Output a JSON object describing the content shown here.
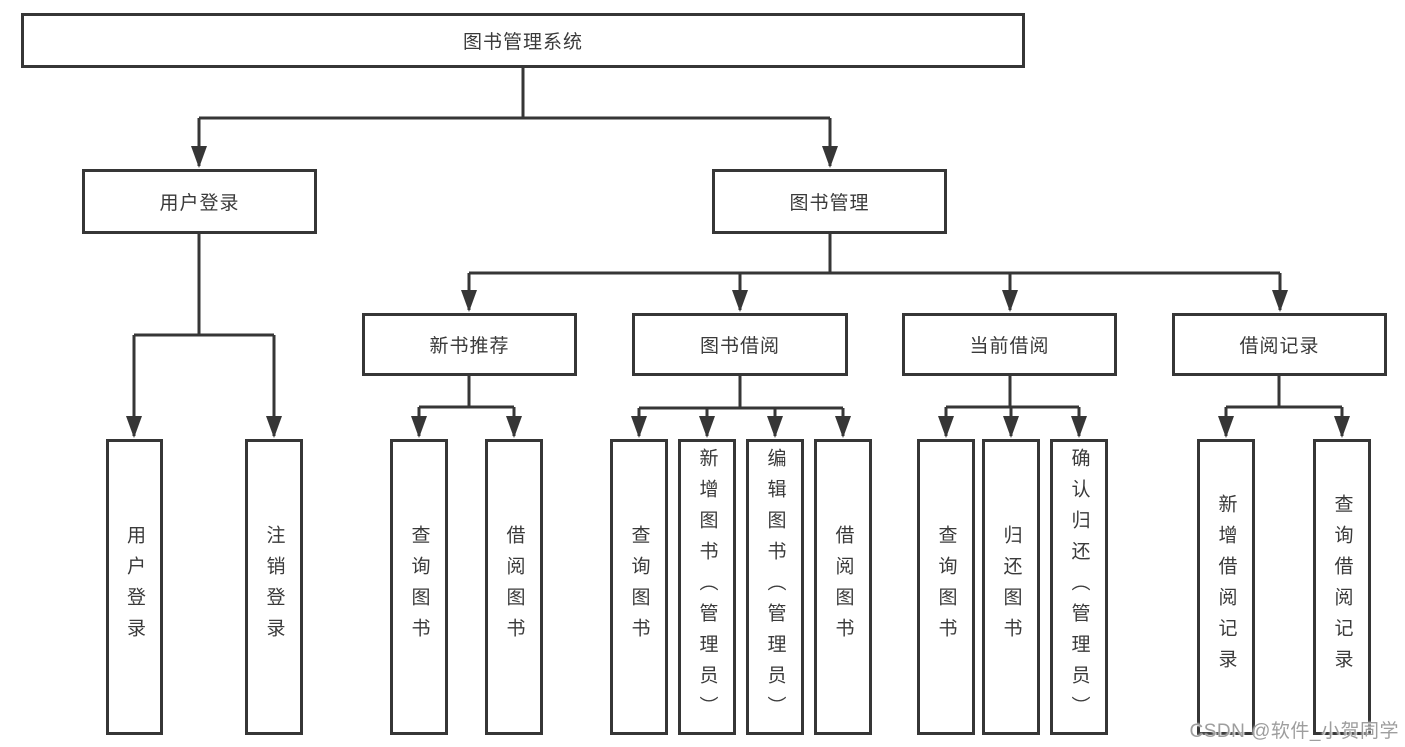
{
  "diagram": {
    "root": {
      "label": "图书管理系统",
      "children": [
        {
          "label": "用户登录",
          "children": [
            {
              "label": "用户登录"
            },
            {
              "label": "注销登录"
            }
          ]
        },
        {
          "label": "图书管理",
          "children": [
            {
              "label": "新书推荐",
              "children": [
                {
                  "label": "查询图书"
                },
                {
                  "label": "借阅图书"
                }
              ]
            },
            {
              "label": "图书借阅",
              "children": [
                {
                  "label": "查询图书"
                },
                {
                  "label": "新增图书（管理员）"
                },
                {
                  "label": "编辑图书（管理员）"
                },
                {
                  "label": "借阅图书"
                }
              ]
            },
            {
              "label": "当前借阅",
              "children": [
                {
                  "label": "查询图书"
                },
                {
                  "label": "归还图书"
                },
                {
                  "label": "确认归还（管理员）"
                }
              ]
            },
            {
              "label": "借阅记录",
              "children": [
                {
                  "label": "新增借阅记录"
                },
                {
                  "label": "查询借阅记录"
                }
              ]
            }
          ]
        }
      ]
    }
  },
  "watermark": {
    "text": "CSDN @软件_小贺同学"
  },
  "colors": {
    "line": "#363636",
    "box_border": "#363636",
    "text": "#3a3a3a",
    "watermark": "#9e9e9e",
    "background": "#ffffff"
  }
}
